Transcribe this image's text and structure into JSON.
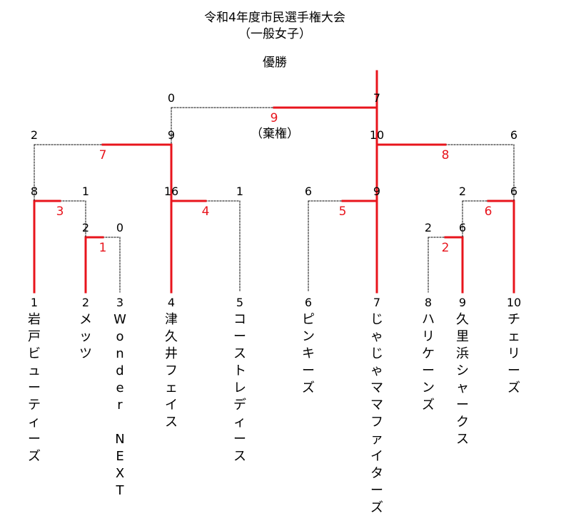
{
  "title": "令和4年度市民選手権大会",
  "subtitle": "（一般女子）",
  "champion_label": "優勝",
  "forfeit_label": "（棄権）",
  "colors": {
    "win": "#e8141c",
    "lose": "#000000",
    "red_text": "#e8141c"
  },
  "teams": [
    {
      "seed": "1",
      "name": "岩戸ビューティーズ"
    },
    {
      "seed": "2",
      "name": "メッツ"
    },
    {
      "seed": "3",
      "name": "Wonder NEXT"
    },
    {
      "seed": "4",
      "name": "津久井フェイス"
    },
    {
      "seed": "5",
      "name": "コーストレディース"
    },
    {
      "seed": "6",
      "name": "ピンキーズ"
    },
    {
      "seed": "7",
      "name": "じゃじゃママファイターズ"
    },
    {
      "seed": "8",
      "name": "ハリケーンズ"
    },
    {
      "seed": "9",
      "name": "久里浜シャークス"
    },
    {
      "seed": "10",
      "name": "チェリーズ"
    }
  ],
  "matches": [
    {
      "id": "m1",
      "number": "1",
      "score_left": "2",
      "score_right": "0",
      "winner": "left"
    },
    {
      "id": "m2",
      "number": "2",
      "score_left": "2",
      "score_right": "6",
      "winner": "right"
    },
    {
      "id": "m3",
      "number": "3",
      "score_left": "8",
      "score_right": "1",
      "winner": "left"
    },
    {
      "id": "m4",
      "number": "4",
      "score_left": "16",
      "score_right": "1",
      "winner": "left"
    },
    {
      "id": "m5",
      "number": "5",
      "score_left": "6",
      "score_right": "9",
      "winner": "right"
    },
    {
      "id": "m6",
      "number": "6",
      "score_left": "2",
      "score_right": "6",
      "winner": "right"
    },
    {
      "id": "m7",
      "number": "7",
      "score_left": "2",
      "score_right": "9",
      "winner": "right"
    },
    {
      "id": "m8",
      "number": "8",
      "score_left": "10",
      "score_right": "6",
      "winner": "left"
    },
    {
      "id": "m9",
      "number": "9",
      "score_left": "0",
      "score_right": "7",
      "winner": "right"
    }
  ]
}
